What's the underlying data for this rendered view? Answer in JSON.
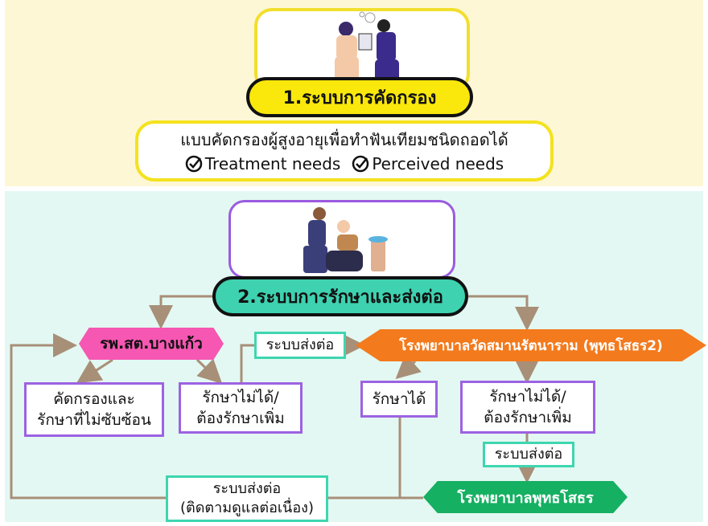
{
  "section1": {
    "title": "1.ระบบการคัดกรอง",
    "screening_form": "แบบคัดกรองผู้สูงอายุเพื่อทำฟันเทียมชนิดถอดได้",
    "needs": [
      "Treatment needs",
      "Perceived needs"
    ]
  },
  "section2": {
    "title": "2.ระบบการรักษาและส่งต่อ",
    "clinic": "รพ.สต.บางแก้ว",
    "hospital_temple": "โรงพยาบาลวัดสมานรัตนาราม (พุทธโสธร2)",
    "hospital_main": "โรงพยาบาลพุทธโสธร",
    "screen_treat_line1": "คัดกรองและ",
    "screen_treat_line2": "รักษาที่ไม่ซับซ้อน",
    "cannot_treat_line1": "รักษาไม่ได้/",
    "cannot_treat_line2": "ต้องรักษาเพิ่ม",
    "can_treat": "รักษาได้",
    "referral": "ระบบส่งต่อ",
    "referral_followup_line1": "ระบบส่งต่อ",
    "referral_followup_line2": "(ติดตามดูแลต่อเนื่อง)"
  },
  "colors": {
    "yellow": "#fae80c",
    "teal": "#3ed2b0",
    "pink": "#f557b2",
    "orange": "#f37a1d",
    "green": "#15b062",
    "purple": "#9d62e2",
    "arrow": "#a88f78"
  }
}
